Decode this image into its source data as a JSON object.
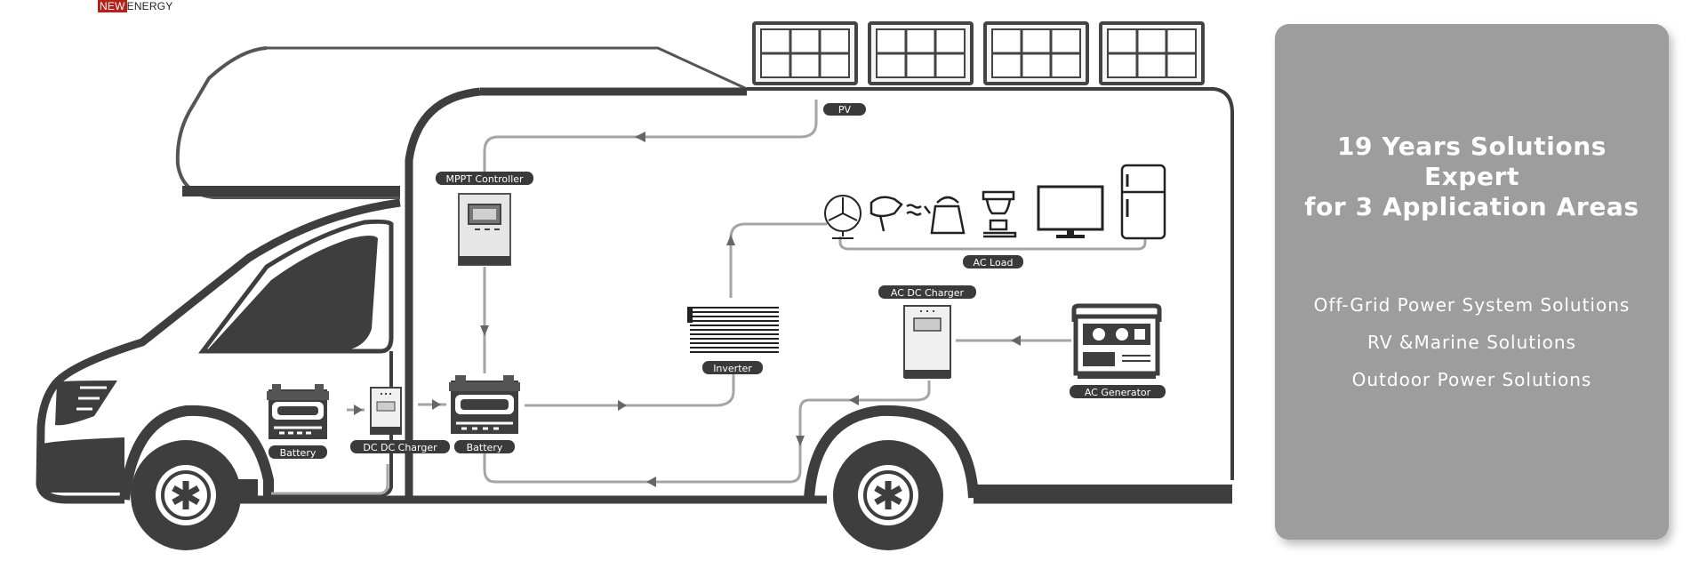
{
  "brand": {
    "highlight": "NEW",
    "rest": "ENERGY",
    "highlight_color": "#b3211a"
  },
  "diagram": {
    "labels": {
      "pv": "PV",
      "mppt": "MPPT Controller",
      "ac_load": "AC Load",
      "ac_dc_charger": "AC DC Charger",
      "inverter": "Inverter",
      "ac_generator": "AC Generator",
      "battery_1": "Battery",
      "dc_dc_charger": "DC DC Charger",
      "battery_2": "Battery"
    },
    "loads": [
      "fan-icon",
      "hair-dryer-icon",
      "kettle-icon",
      "coffee-maker-icon",
      "tv-icon",
      "fridge-icon"
    ],
    "colors": {
      "vehicle": "#3e3e3e",
      "wire": "#a5a5a5",
      "label_bg": "#3a3a3a"
    }
  },
  "panel": {
    "title_line1": "19 Years Solutions Expert",
    "title_line2": "for 3 Application Areas",
    "items": [
      "Off-Grid Power System Solutions",
      "RV &Marine Solutions",
      "Outdoor Power Solutions"
    ],
    "background": "#9d9d9d"
  }
}
